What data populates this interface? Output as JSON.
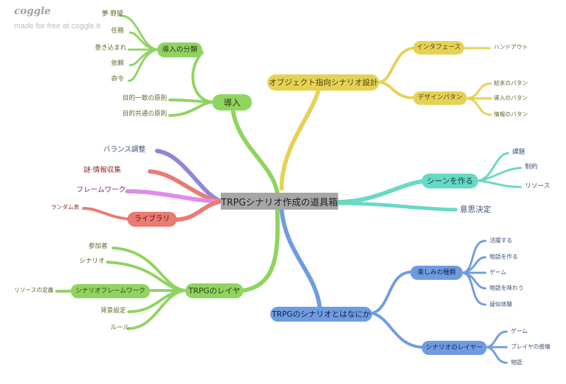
{
  "brand": {
    "logo": "coggle",
    "tagline": "made for free at coggle.it"
  },
  "colors": {
    "green": "#8fd460",
    "yellow": "#e5d255",
    "teal": "#67d9c4",
    "blue": "#6f9ce0",
    "purple": "#8f86dc",
    "coral": "#ea7b72",
    "pink": "#de8ce8",
    "root": "#a6a6a6"
  },
  "root": {
    "label": "TRPGシナリオ作成の道具箱"
  },
  "intro": {
    "label": "導入",
    "classification": {
      "label": "導入の分類",
      "items": [
        "夢·野望",
        "任務",
        "巻き込まれ",
        "依頼",
        "命令"
      ]
    },
    "principles": [
      "目的一致の原則",
      "目的共通の原則"
    ]
  },
  "object": {
    "label": "オブジェクト指向シナリオ設計",
    "interface": {
      "label": "インタフェース",
      "items": [
        "ハンドアウト"
      ]
    },
    "pattern": {
      "label": "デザインパタン",
      "items": [
        "結末のパタン",
        "導入のパタン",
        "情報のパタン"
      ]
    }
  },
  "scene": {
    "label": "シーンを作る",
    "items": [
      "課題",
      "制約",
      "リソース"
    ]
  },
  "decision": {
    "label": "意思決定"
  },
  "library": {
    "label": "ライブラリ",
    "random": "ランダム表",
    "balance": "バランス調整",
    "clue": "謎·情報収集",
    "framework": "フレームワーク"
  },
  "layers": {
    "label": "TRPGのレイヤ",
    "items": [
      "参加者",
      "シナリオ",
      "背景設定",
      "ルール"
    ],
    "framework": {
      "label": "シナリオフレームワーク",
      "item": "リソースの定義"
    }
  },
  "what": {
    "label": "TRPGのシナリオとはなにか",
    "fun": {
      "label": "楽しみの種類",
      "items": [
        "活躍する",
        "物語を作る",
        "ゲーム",
        "物語を味わう",
        "疑似体験"
      ]
    },
    "layer": {
      "label": "シナリオのレイヤー",
      "items": [
        "ゲーム",
        "プレイヤの感情",
        "物語"
      ]
    }
  }
}
